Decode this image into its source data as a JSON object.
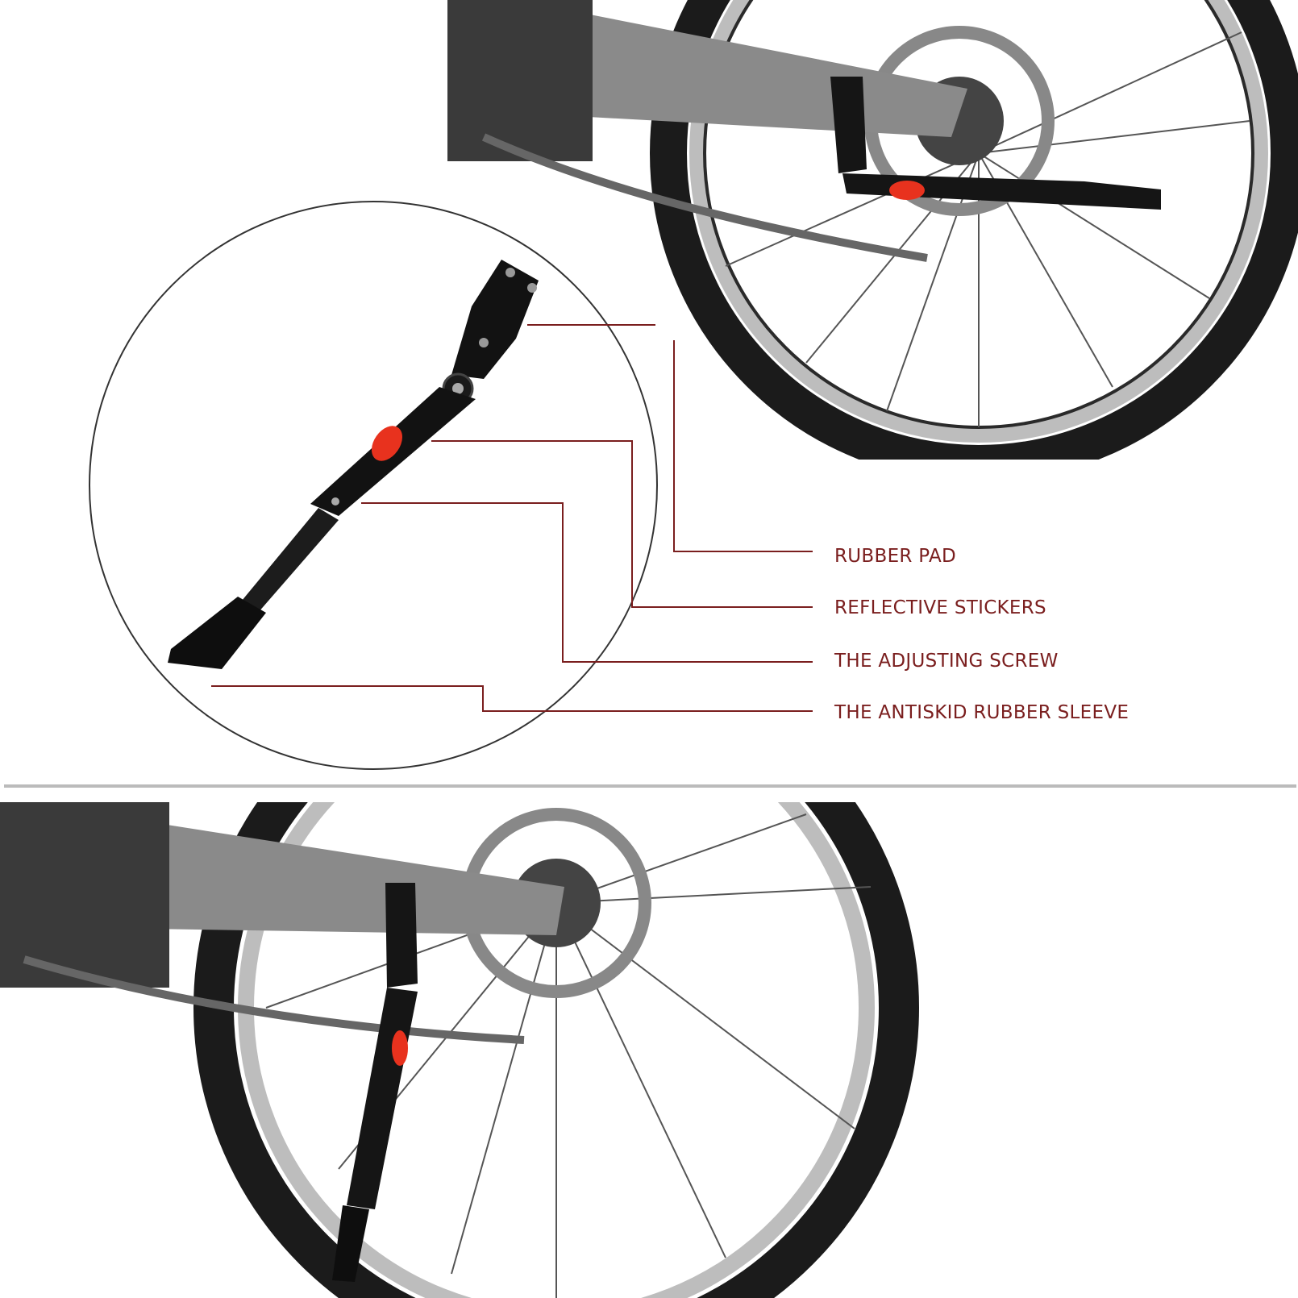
{
  "callouts": [
    {
      "label": "RUBBER PAD"
    },
    {
      "label": "REFLECTIVE STICKERS"
    },
    {
      "label": "THE ADJUSTING SCREW"
    },
    {
      "label": "THE ANTISKID RUBBER SLEEVE"
    }
  ],
  "colors": {
    "callout": "#7a1e1e",
    "reflector": "#e8321e",
    "frame": "#8a8a8a",
    "tire": "#1b1b1b"
  }
}
